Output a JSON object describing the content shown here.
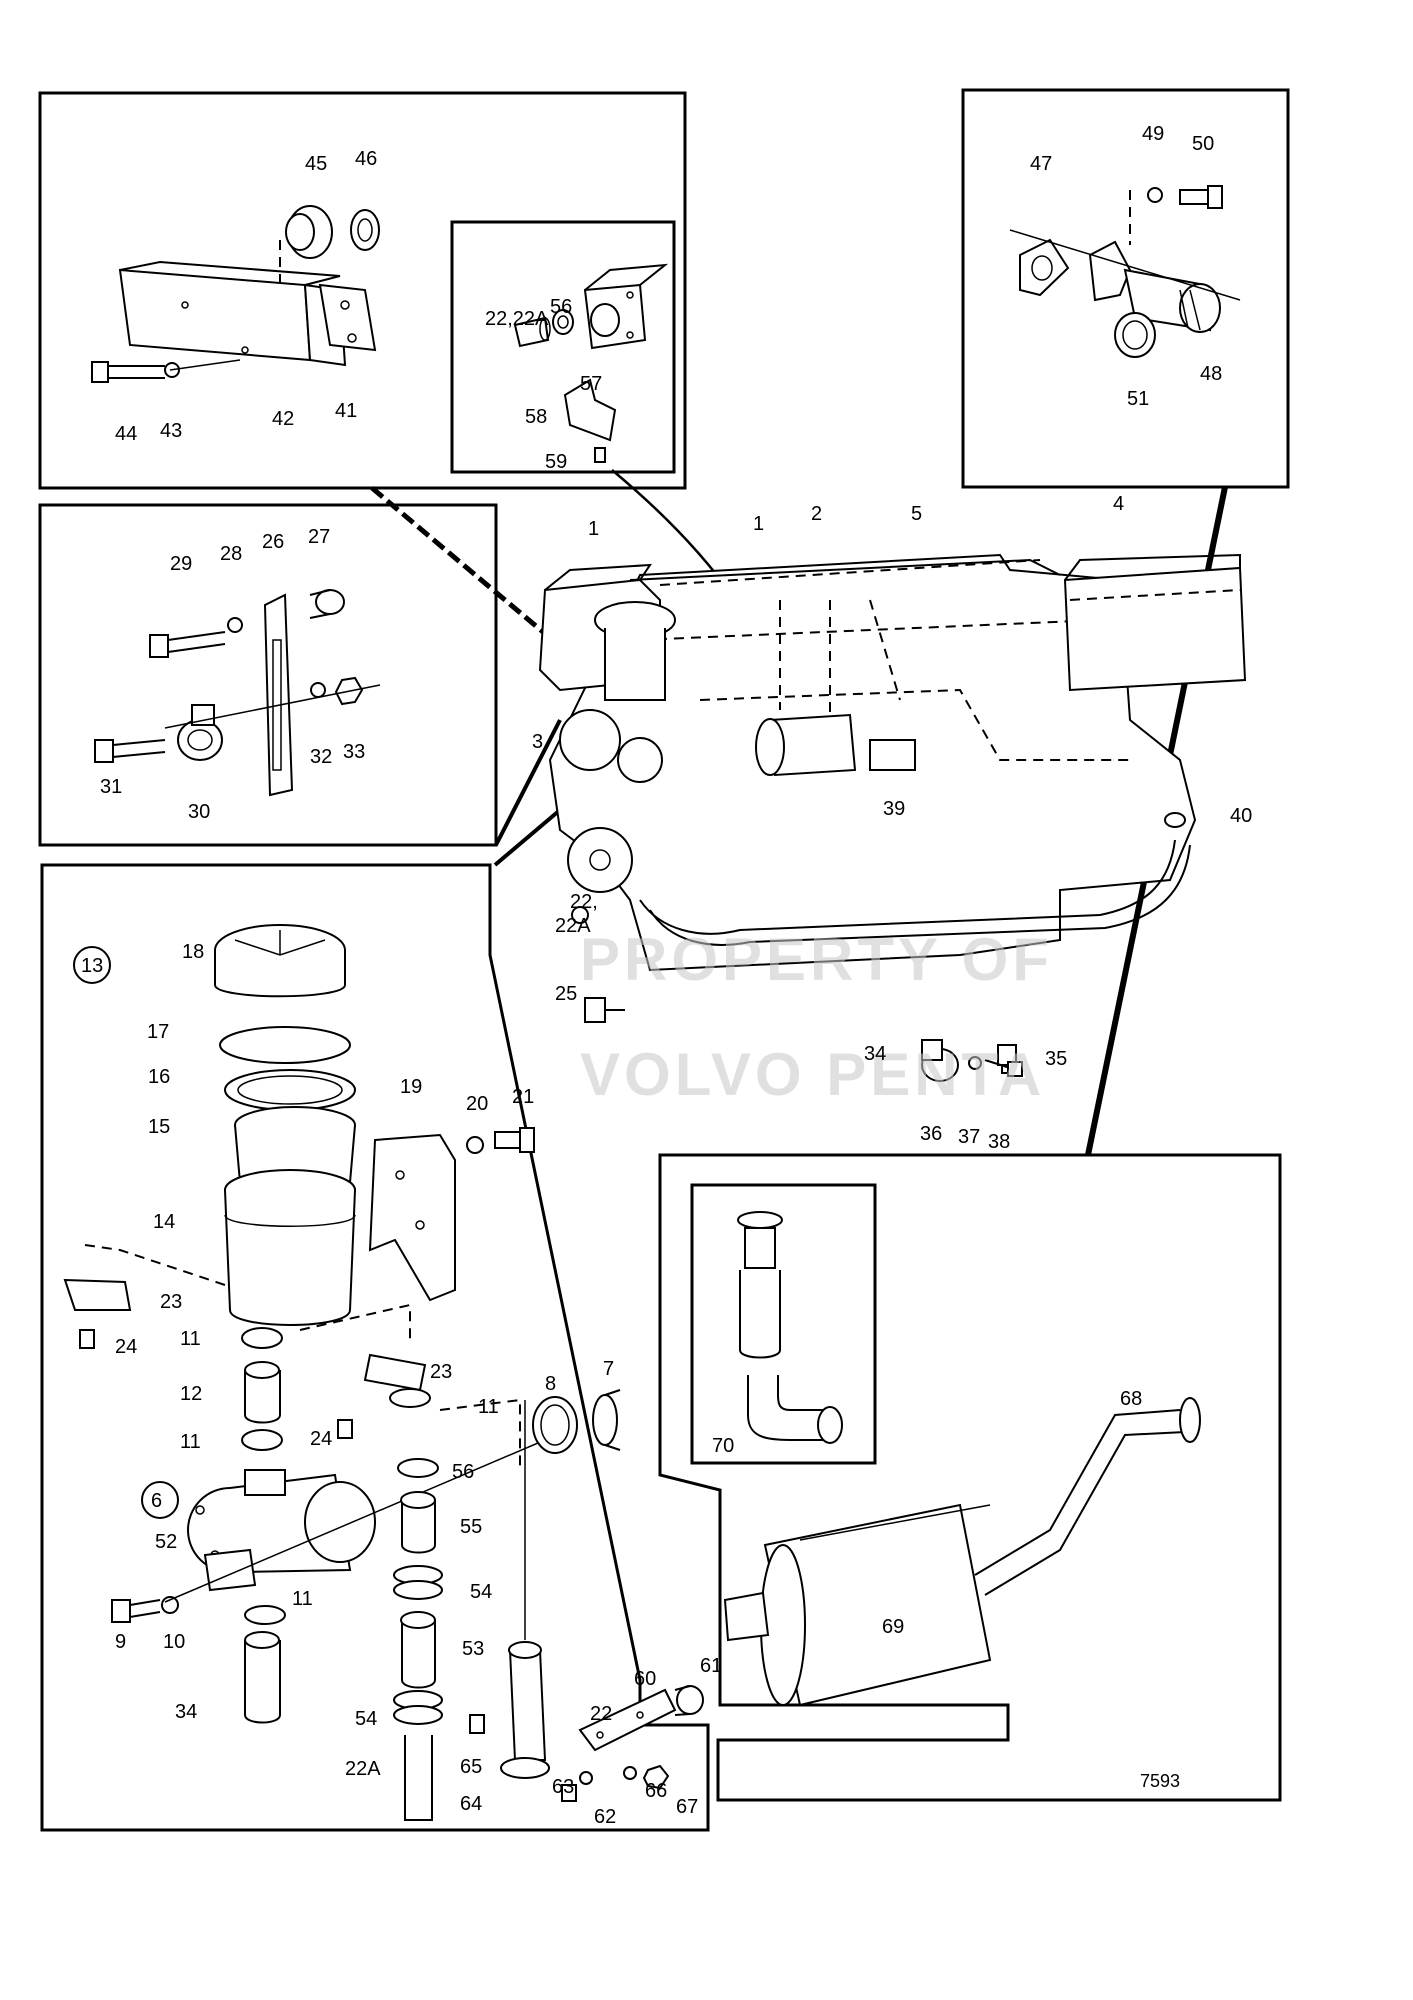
{
  "watermark": {
    "line1": "PROPERTY OF",
    "line2": "VOLVO PENTA"
  },
  "drawing_number": "7593",
  "callouts": [
    {
      "id": "c45",
      "text": "45"
    },
    {
      "id": "c46",
      "text": "46"
    },
    {
      "id": "c44",
      "text": "44"
    },
    {
      "id": "c43",
      "text": "43"
    },
    {
      "id": "c42",
      "text": "42"
    },
    {
      "id": "c41",
      "text": "41"
    },
    {
      "id": "c22a_top",
      "text": "22,22A"
    },
    {
      "id": "c56_top",
      "text": "56"
    },
    {
      "id": "c57",
      "text": "57"
    },
    {
      "id": "c58",
      "text": "58"
    },
    {
      "id": "c59",
      "text": "59"
    },
    {
      "id": "c47",
      "text": "47"
    },
    {
      "id": "c49",
      "text": "49"
    },
    {
      "id": "c50",
      "text": "50"
    },
    {
      "id": "c51",
      "text": "51"
    },
    {
      "id": "c48",
      "text": "48"
    },
    {
      "id": "c29",
      "text": "29"
    },
    {
      "id": "c28",
      "text": "28"
    },
    {
      "id": "c26",
      "text": "26"
    },
    {
      "id": "c27",
      "text": "27"
    },
    {
      "id": "c31",
      "text": "31"
    },
    {
      "id": "c30",
      "text": "30"
    },
    {
      "id": "c32",
      "text": "32"
    },
    {
      "id": "c33",
      "text": "33"
    },
    {
      "id": "c1a",
      "text": "1"
    },
    {
      "id": "c1b",
      "text": "1"
    },
    {
      "id": "c2",
      "text": "2"
    },
    {
      "id": "c5",
      "text": "5"
    },
    {
      "id": "c4",
      "text": "4"
    },
    {
      "id": "c3",
      "text": "3"
    },
    {
      "id": "c39",
      "text": "39"
    },
    {
      "id": "c40",
      "text": "40"
    },
    {
      "id": "c22m",
      "text": "22,"
    },
    {
      "id": "c22Am",
      "text": "22A"
    },
    {
      "id": "c25",
      "text": "25"
    },
    {
      "id": "c34m",
      "text": "34"
    },
    {
      "id": "c35",
      "text": "35"
    },
    {
      "id": "c36",
      "text": "36"
    },
    {
      "id": "c37",
      "text": "37"
    },
    {
      "id": "c38",
      "text": "38"
    },
    {
      "id": "c13",
      "text": "13"
    },
    {
      "id": "c18",
      "text": "18"
    },
    {
      "id": "c17",
      "text": "17"
    },
    {
      "id": "c16",
      "text": "16"
    },
    {
      "id": "c15",
      "text": "15"
    },
    {
      "id": "c14",
      "text": "14"
    },
    {
      "id": "c19",
      "text": "19"
    },
    {
      "id": "c20",
      "text": "20"
    },
    {
      "id": "c21",
      "text": "21"
    },
    {
      "id": "c23a",
      "text": "23"
    },
    {
      "id": "c24a",
      "text": "24"
    },
    {
      "id": "c11a",
      "text": "11"
    },
    {
      "id": "c12",
      "text": "12"
    },
    {
      "id": "c23b",
      "text": "23"
    },
    {
      "id": "c11b",
      "text": "11"
    },
    {
      "id": "c24b",
      "text": "24"
    },
    {
      "id": "c11c",
      "text": "11"
    },
    {
      "id": "c8",
      "text": "8"
    },
    {
      "id": "c7",
      "text": "7"
    },
    {
      "id": "c56b",
      "text": "56"
    },
    {
      "id": "c6",
      "text": "6"
    },
    {
      "id": "c55",
      "text": "55"
    },
    {
      "id": "c52",
      "text": "52"
    },
    {
      "id": "c54a",
      "text": "54"
    },
    {
      "id": "c11d",
      "text": "11"
    },
    {
      "id": "c9",
      "text": "9"
    },
    {
      "id": "c10",
      "text": "10"
    },
    {
      "id": "c53",
      "text": "53"
    },
    {
      "id": "c34b",
      "text": "34"
    },
    {
      "id": "c54b",
      "text": "54"
    },
    {
      "id": "c22b",
      "text": "22"
    },
    {
      "id": "c60",
      "text": "60"
    },
    {
      "id": "c61",
      "text": "61"
    },
    {
      "id": "c65",
      "text": "65"
    },
    {
      "id": "c22Ab",
      "text": "22A"
    },
    {
      "id": "c64",
      "text": "64"
    },
    {
      "id": "c63",
      "text": "63"
    },
    {
      "id": "c66",
      "text": "66"
    },
    {
      "id": "c67",
      "text": "67"
    },
    {
      "id": "c62",
      "text": "62"
    },
    {
      "id": "c70",
      "text": "70"
    },
    {
      "id": "c68",
      "text": "68"
    },
    {
      "id": "c69",
      "text": "69"
    }
  ]
}
